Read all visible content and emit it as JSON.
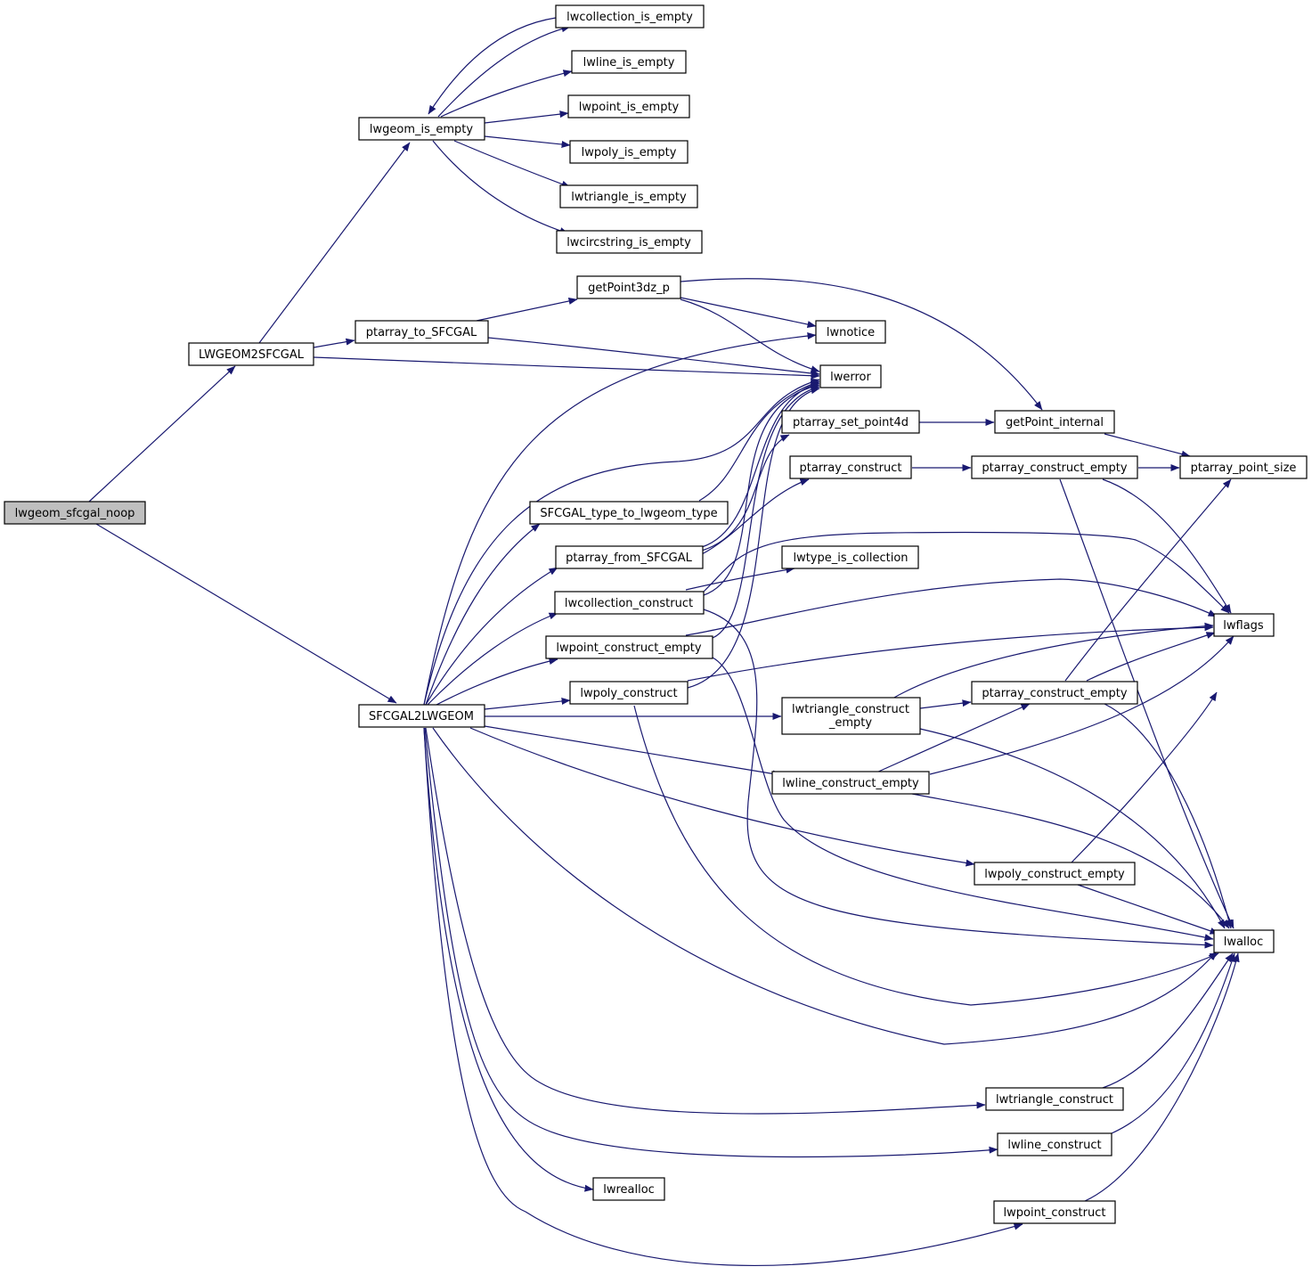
{
  "nodes": {
    "lwgeom_sfcgal_noop": "lwgeom_sfcgal_noop",
    "LWGEOM2SFCGAL": "LWGEOM2SFCGAL",
    "SFCGAL2LWGEOM": "SFCGAL2LWGEOM",
    "lwgeom_is_empty": "lwgeom_is_empty",
    "lwcollection_is_empty": "lwcollection_is_empty",
    "lwline_is_empty": "lwline_is_empty",
    "lwpoint_is_empty": "lwpoint_is_empty",
    "lwpoly_is_empty": "lwpoly_is_empty",
    "lwtriangle_is_empty": "lwtriangle_is_empty",
    "lwcircstring_is_empty": "lwcircstring_is_empty",
    "ptarray_to_SFCGAL": "ptarray_to_SFCGAL",
    "getPoint3dz_p": "getPoint3dz_p",
    "lwnotice": "lwnotice",
    "lwerror": "lwerror",
    "getPoint_internal": "getPoint_internal",
    "ptarray_point_size": "ptarray_point_size",
    "ptarray_set_point4d": "ptarray_set_point4d",
    "ptarray_construct": "ptarray_construct",
    "ptarray_construct_empty_1": "ptarray_construct_empty",
    "SFCGAL_type_to_lwgeom_type": "SFCGAL_type_to_lwgeom_type",
    "ptarray_from_SFCGAL": "ptarray_from_SFCGAL",
    "lwtype_is_collection": "lwtype_is_collection",
    "lwcollection_construct": "lwcollection_construct",
    "lwflags": "lwflags",
    "lwpoint_construct_empty": "lwpoint_construct_empty",
    "lwpoly_construct": "lwpoly_construct",
    "lwtriangle_construct_empty_l1": "lwtriangle_construct",
    "lwtriangle_construct_empty_l2": "_empty",
    "ptarray_construct_empty_2": "ptarray_construct_empty",
    "lwline_construct_empty": "lwline_construct_empty",
    "lwpoly_construct_empty": "lwpoly_construct_empty",
    "lwalloc": "lwalloc",
    "lwtriangle_construct": "lwtriangle_construct",
    "lwline_construct": "lwline_construct",
    "lwrealloc": "lwrealloc",
    "lwpoint_construct": "lwpoint_construct"
  },
  "colors": {
    "edge": "#191970",
    "root_fill": "#bfbfbf",
    "node_fill": "#ffffff",
    "node_stroke": "#000000"
  }
}
